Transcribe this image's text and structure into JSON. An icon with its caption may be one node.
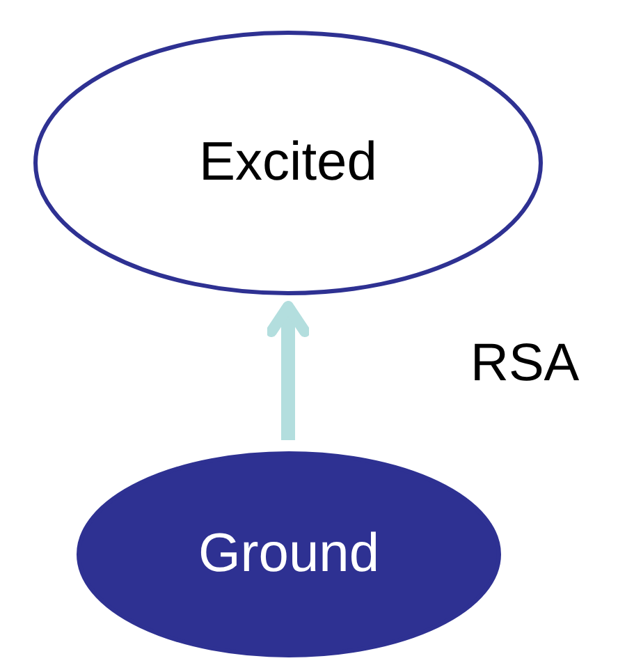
{
  "diagram": {
    "nodes": [
      {
        "text": [
          "Excited"
        ]
      },
      {
        "text": [
          "Ground"
        ]
      }
    ],
    "edges": [
      {
        "from": 1,
        "to": 0,
        "arrow": "to",
        "label": "RSA",
        "color": "#b3dede"
      }
    ]
  }
}
